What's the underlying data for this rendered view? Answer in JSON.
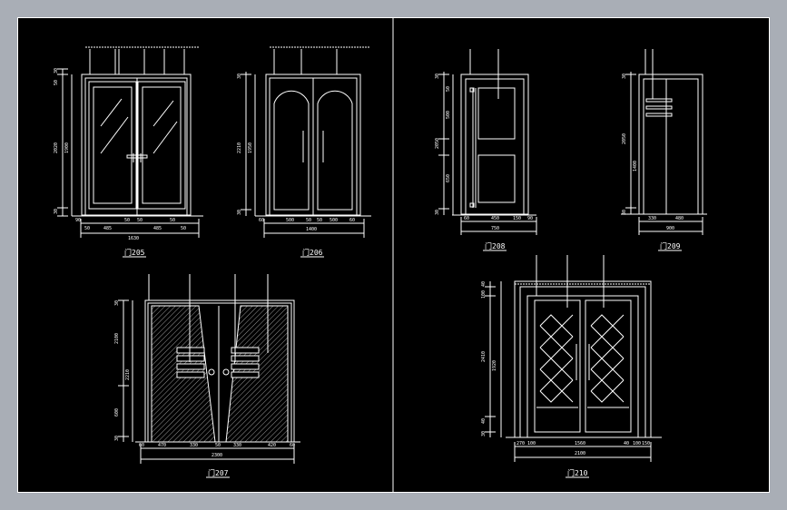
{
  "colors": {
    "frame": "#a9aeb6",
    "background": "#000000",
    "line": "#ffffff",
    "leader": "#ffffff"
  },
  "door_205": {
    "title": "门205",
    "dims_bottom": [
      "90",
      "50",
      "485",
      "50",
      "50",
      "485",
      "50",
      "50"
    ],
    "dim_total": "1630",
    "dims_left": [
      "30",
      "50",
      "2020",
      "30"
    ],
    "dims_left_inner": "1900"
  },
  "door_206": {
    "title": "门206",
    "dims_bottom": [
      "60",
      "500",
      "50",
      "50",
      "500",
      "60"
    ],
    "dim_total": "1400",
    "dims_left": [
      "30",
      "2210",
      "1950",
      "30"
    ]
  },
  "door_208": {
    "title": "门208",
    "dims_bottom": [
      "60",
      "450",
      "150",
      "90"
    ],
    "dim_total": "750",
    "dims_left": [
      "30",
      "50",
      "500",
      "2050",
      "650",
      "30"
    ]
  },
  "door_209": {
    "title": "门209",
    "dims_bottom": [
      "330",
      "480"
    ],
    "dim_total": "900",
    "dims_left": [
      "30",
      "2050",
      "1400",
      "30"
    ]
  },
  "door_207": {
    "title": "门207",
    "dims_bottom": [
      "60",
      "470",
      "330",
      "50",
      "330",
      "420",
      "60"
    ],
    "dim_total": "2300",
    "dims_left": [
      "30",
      "2100",
      "2210",
      "600",
      "30"
    ]
  },
  "door_210": {
    "title": "门210",
    "dims_bottom": [
      "270",
      "100",
      "1560",
      "40",
      "100",
      "150"
    ],
    "dim_total": "2100",
    "dims_left": [
      "40",
      "100",
      "2410",
      "1920",
      "40",
      "30"
    ]
  }
}
